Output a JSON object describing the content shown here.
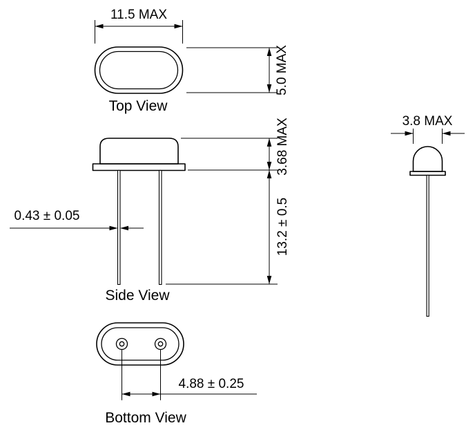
{
  "views": {
    "top": {
      "label": "Top View",
      "dim_width": "11.5 MAX",
      "dim_height": "5.0 MAX"
    },
    "side": {
      "label": "Side View",
      "dim_can_height": "3.68 MAX",
      "dim_lead_length": "13.2 ± 0.5",
      "dim_lead_width": "0.43 ± 0.05"
    },
    "end": {
      "dim_thickness": "3.8 MAX"
    },
    "bottom": {
      "label": "Bottom View",
      "dim_pin_spacing": "4.88 ± 0.25"
    }
  }
}
